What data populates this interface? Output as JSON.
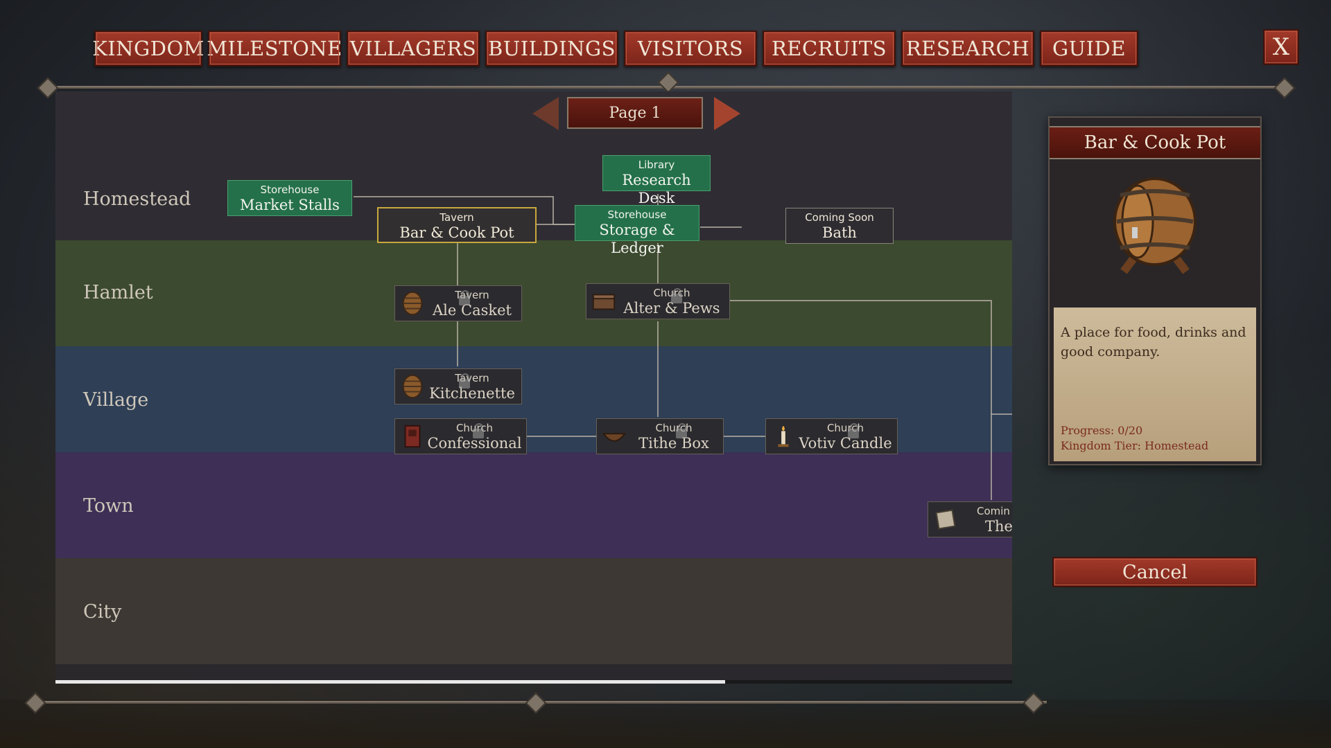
{
  "nav": {
    "tabs": [
      "KINGDOM",
      "MILESTONE",
      "VILLAGERS",
      "BUILDINGS",
      "VISITORS",
      "RECRUITS",
      "RESEARCH",
      "GUIDE"
    ],
    "close_label": "X"
  },
  "pager": {
    "label": "Page 1"
  },
  "tiers": [
    "Homestead",
    "Hamlet",
    "Village",
    "Town",
    "City"
  ],
  "tier_colors": [
    "#2f2d33",
    "#3c4a30",
    "#2e3f56",
    "#3d2f55",
    "#3d3833"
  ],
  "scroll_fraction": 0.7,
  "nodes": [
    {
      "category": "Storehouse",
      "name": "Market Stalls",
      "state": "unlocked"
    },
    {
      "category": "Library",
      "name": "Research Desk",
      "state": "unlocked"
    },
    {
      "category": "Tavern",
      "name": "Bar & Cook Pot",
      "state": "selected"
    },
    {
      "category": "Storehouse",
      "name": "Storage & Ledger",
      "state": "unlocked"
    },
    {
      "category": "Coming Soon",
      "name": "Bath",
      "state": "soon"
    },
    {
      "category": "Tavern",
      "name": "Ale Casket",
      "state": "locked",
      "icon": "barrel-icon"
    },
    {
      "category": "Church",
      "name": "Alter & Pews",
      "state": "locked",
      "icon": "chest-icon"
    },
    {
      "category": "Tavern",
      "name": "Kitchenette",
      "state": "locked",
      "icon": "barrel-icon"
    },
    {
      "category": "Church",
      "name": "Confessional",
      "state": "locked",
      "icon": "booth-icon"
    },
    {
      "category": "Church",
      "name": "Tithe Box",
      "state": "locked",
      "icon": "bowl-icon"
    },
    {
      "category": "Church",
      "name": "Votiv Candle",
      "state": "locked",
      "icon": "candle-icon"
    },
    {
      "category": "Comin",
      "name": "The",
      "state": "locked",
      "icon": "scroll-icon"
    }
  ],
  "detail": {
    "title": "Bar & Cook Pot",
    "image_icon": "barrel-icon",
    "description": "A place for food, drinks and good company.",
    "progress": "Progress: 0/20",
    "tier": "Kingdom Tier: Homestead"
  },
  "cancel_label": "Cancel",
  "colors": {
    "accent_red": "#8e2e20",
    "unlocked_green": "#24704a",
    "selected_gold": "#c9a83c"
  }
}
